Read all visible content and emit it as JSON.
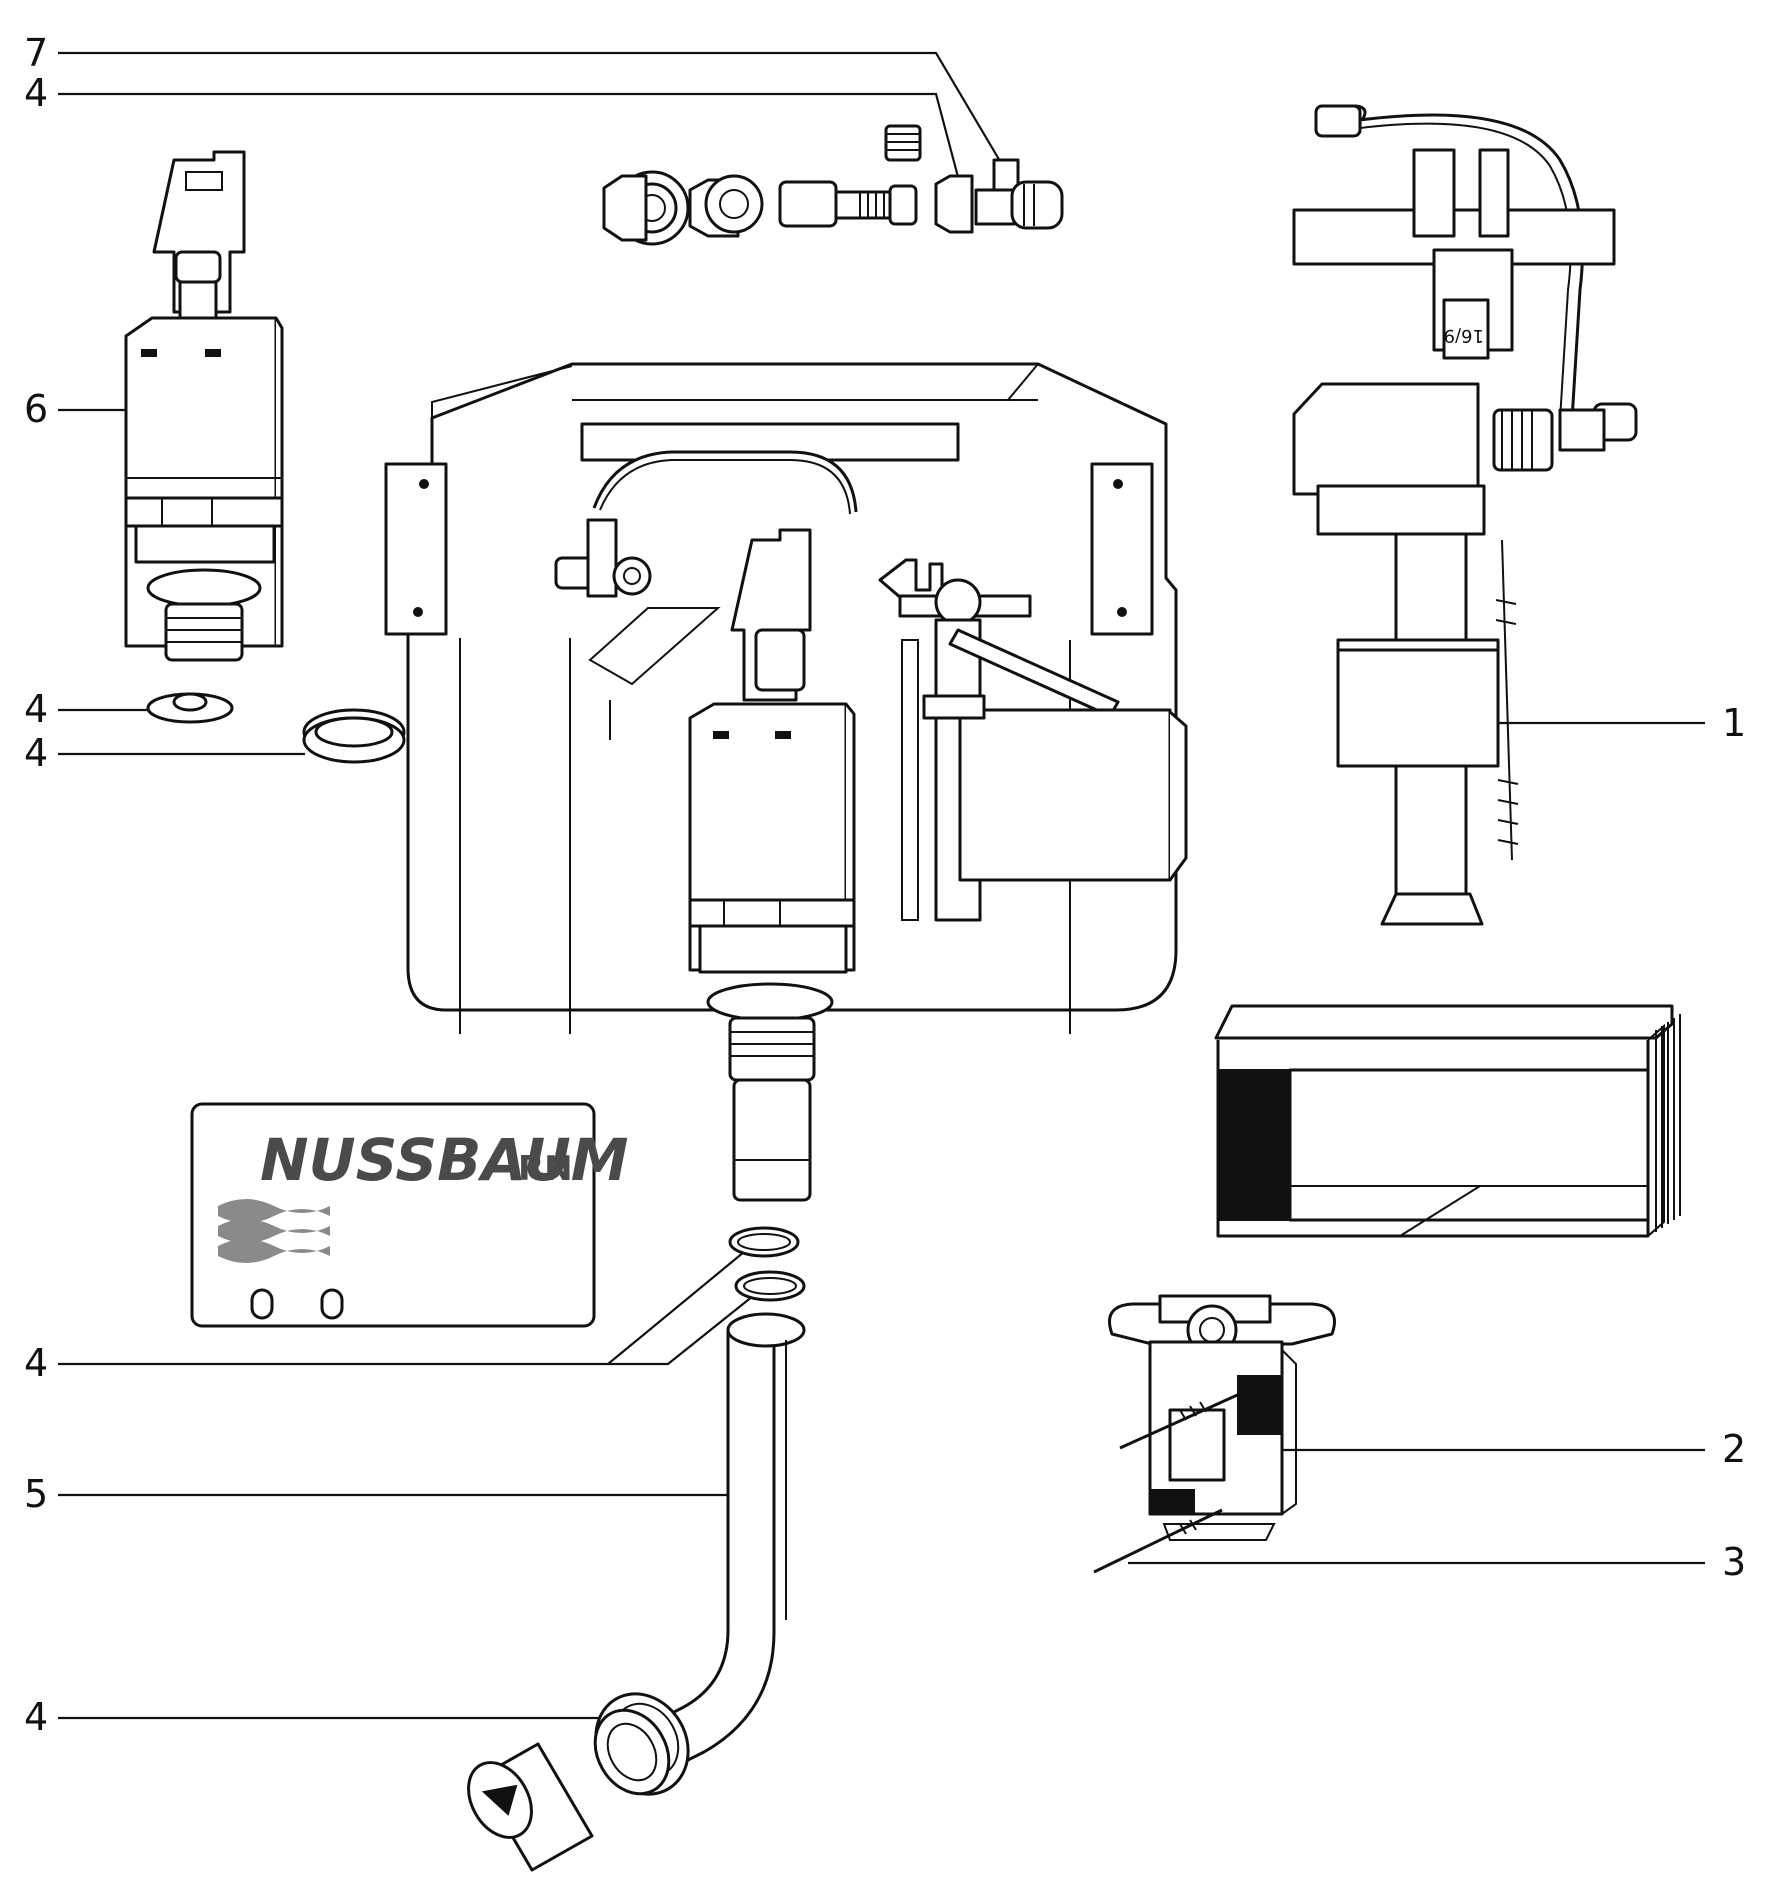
{
  "brand": {
    "name": "NUSSBAUM",
    "suffix": "RN",
    "color": "#4a4a4a"
  },
  "fill_valve_mark": "16/9",
  "callouts": [
    {
      "id": "c1",
      "label": "7"
    },
    {
      "id": "c2",
      "label": "4"
    },
    {
      "id": "c3",
      "label": "6"
    },
    {
      "id": "c4",
      "label": "4"
    },
    {
      "id": "c5",
      "label": "4"
    },
    {
      "id": "c6",
      "label": "1"
    },
    {
      "id": "c7",
      "label": "4"
    },
    {
      "id": "c8",
      "label": "5"
    },
    {
      "id": "c9",
      "label": "2"
    },
    {
      "id": "c10",
      "label": "3"
    },
    {
      "id": "c11",
      "label": "4"
    }
  ]
}
